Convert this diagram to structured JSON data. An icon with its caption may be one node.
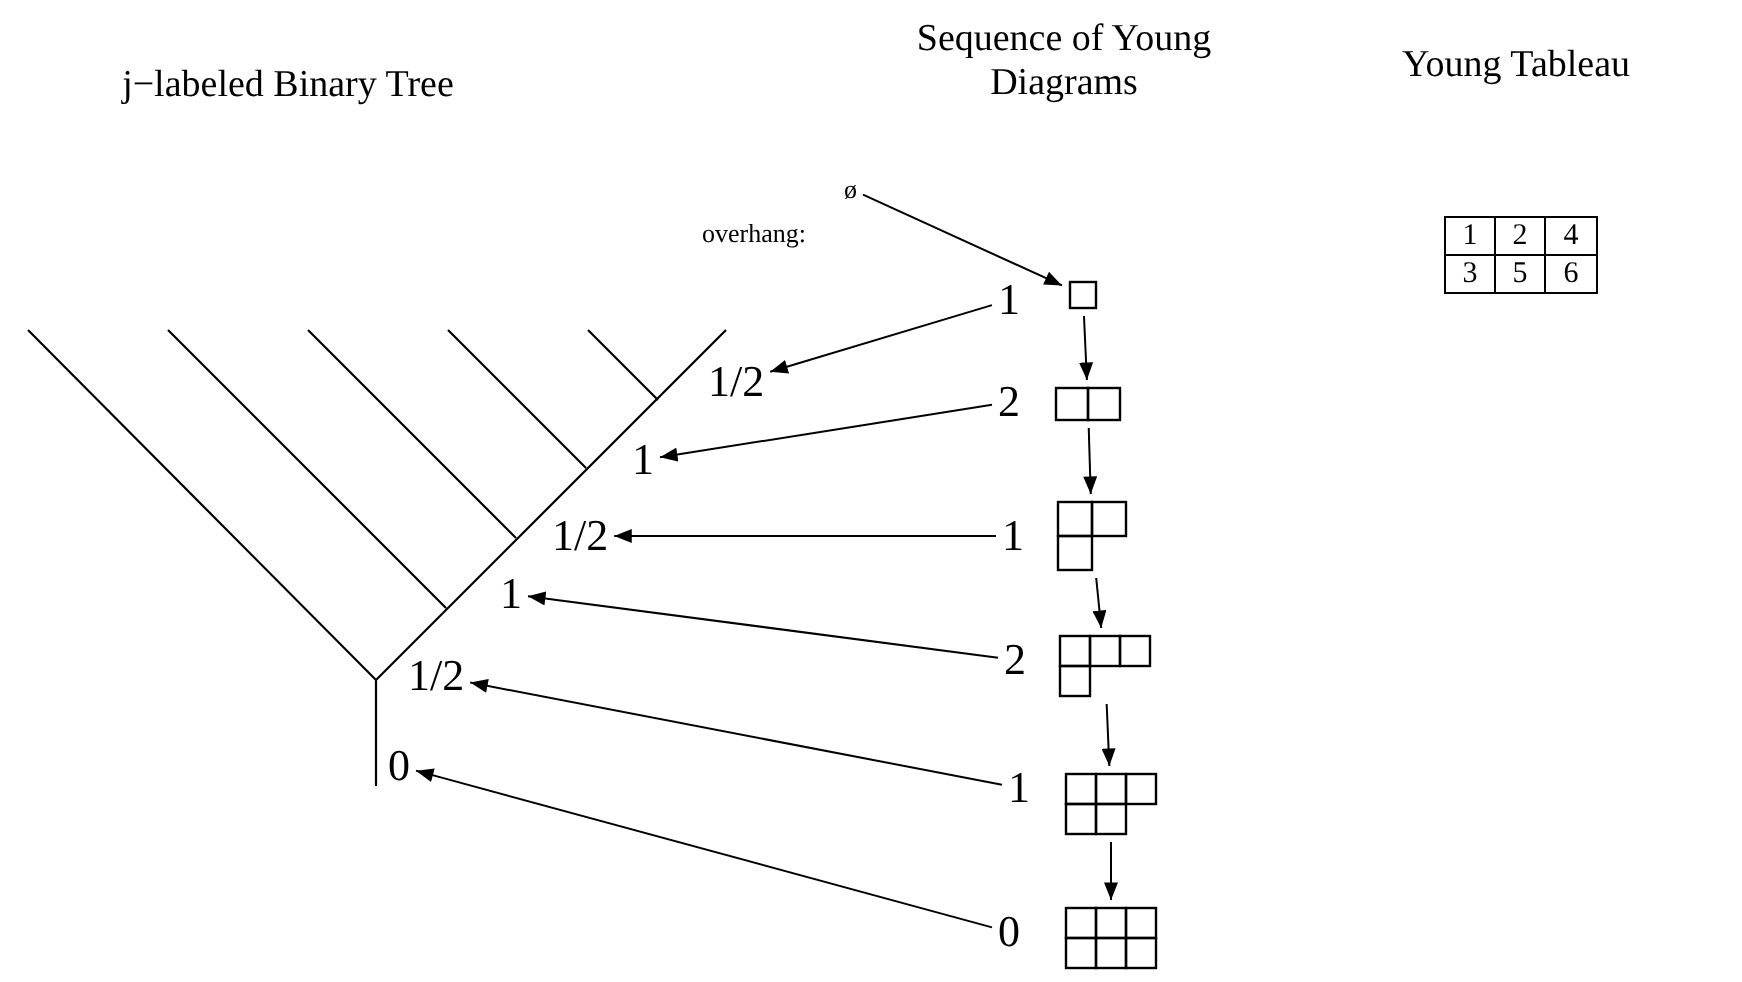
{
  "diagram": {
    "nodes": [
      {
        "text": [
          "ø"
        ]
      },
      {
        "text": [
          "1"
        ]
      },
      {
        "text": [],
        "shape": "grid"
      },
      {
        "text": [
          "2"
        ]
      },
      {
        "text": [],
        "shape": "grid"
      },
      {
        "text": [
          "1"
        ]
      },
      {
        "text": [],
        "shape": "grid"
      },
      {
        "text": [
          "2"
        ]
      },
      {
        "text": [],
        "shape": "grid"
      },
      {
        "text": [
          "1"
        ]
      },
      {
        "text": [],
        "shape": "grid"
      },
      {
        "text": [
          "0"
        ]
      },
      {
        "text": [],
        "shape": "grid"
      },
      {
        "text": [
          "1/2"
        ]
      },
      {
        "text": [
          "1"
        ]
      },
      {
        "text": [
          "1/2"
        ]
      },
      {
        "text": [
          "1"
        ]
      },
      {
        "text": [
          "1/2"
        ]
      },
      {
        "text": [
          "0"
        ]
      }
    ],
    "edges": [
      {
        "from": 0,
        "to": 2,
        "arrow": "to"
      },
      {
        "from": 2,
        "to": 4,
        "arrow": "to"
      },
      {
        "from": 4,
        "to": 6,
        "arrow": "to"
      },
      {
        "from": 6,
        "to": 8,
        "arrow": "to"
      },
      {
        "from": 8,
        "to": 10,
        "arrow": "to"
      },
      {
        "from": 10,
        "to": 12,
        "arrow": "to"
      },
      {
        "from": 1,
        "to": 13,
        "arrow": "to"
      },
      {
        "from": 3,
        "to": 14,
        "arrow": "to"
      },
      {
        "from": 5,
        "to": 15,
        "arrow": "to"
      },
      {
        "from": 7,
        "to": 16,
        "arrow": "to"
      },
      {
        "from": 9,
        "to": 17,
        "arrow": "to"
      },
      {
        "from": 11,
        "to": 18,
        "arrow": "to"
      }
    ],
    "labels": [
      "j−labeled Binary Tree",
      "Sequence of Young Diagrams",
      "Young Tableau",
      "overhang:",
      "1",
      "2",
      "4",
      "3",
      "5",
      "6"
    ]
  }
}
